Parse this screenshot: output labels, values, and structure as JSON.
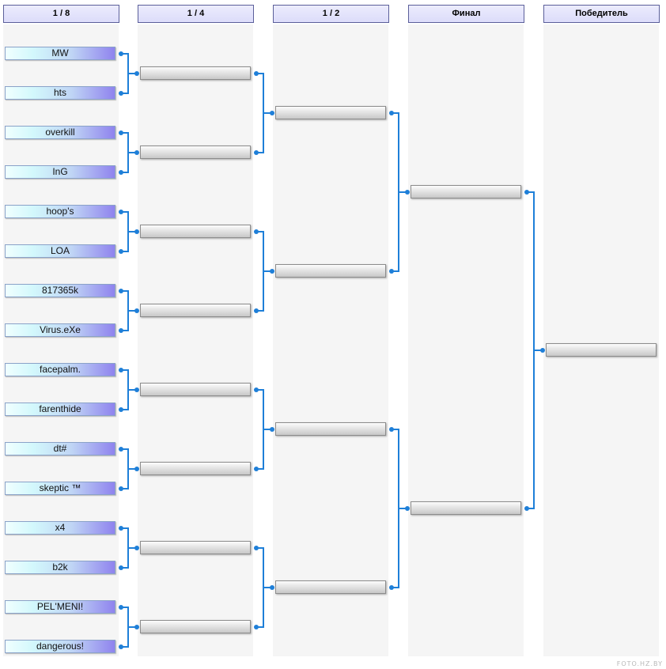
{
  "rounds": [
    "1 / 8",
    "1 / 4",
    "1 / 2",
    "Финал",
    "Победитель"
  ],
  "teams": [
    "MW",
    "hts",
    "overkill",
    "InG",
    "hoop's",
    "LOA",
    "817365k",
    "Virus.eXe",
    "facepalm.",
    "farenthide",
    "dt#",
    "skeptic ™",
    "x4",
    "b2k",
    "PEL'MENI!",
    "dangerous!"
  ],
  "watermark": "FOTO.HZ.BY",
  "colors": {
    "connector": "#1e7fd8",
    "header_border": "#5b5f9a"
  }
}
